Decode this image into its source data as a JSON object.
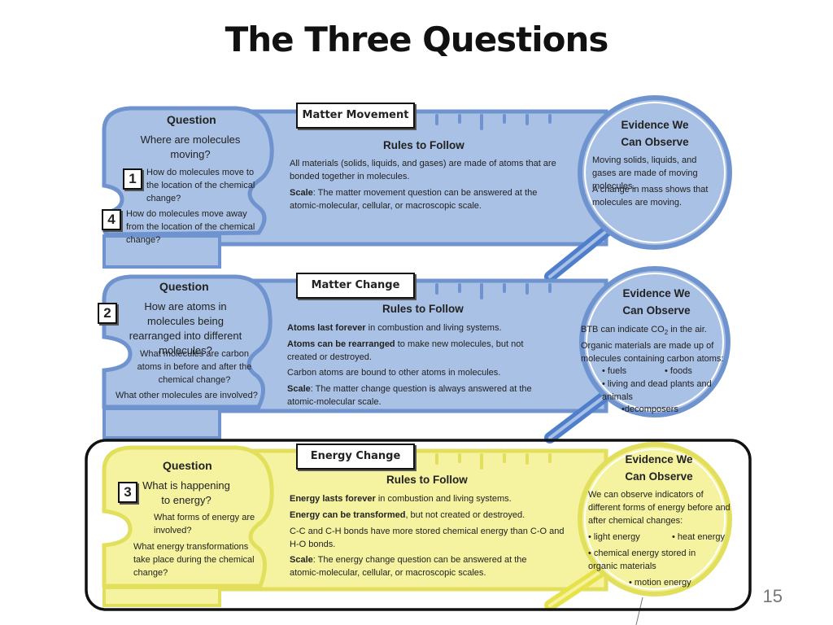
{
  "title": "The Three Questions",
  "page_number": "15",
  "panels": [
    {
      "tag": "Matter Movement",
      "question_heading": "Question",
      "question_main": "Where are molecules moving?",
      "number_1": "1",
      "sub_q1": "How do molecules move to the location of the chemical change?",
      "number_2": "4",
      "sub_q2": "How do molecules move away from the location of the chemical change?",
      "rules_heading": "Rules to Follow",
      "rules_1": "All materials (solids, liquids, and gases) are made of atoms that are bonded together in molecules.",
      "scale_label": "Scale",
      "scale_text": ": The matter movement question can be answered at the atomic-molecular, cellular, or macroscopic scale.",
      "evidence_heading_1": "Evidence We",
      "evidence_heading_2": "Can Observe",
      "evidence_1": "Moving solids, liquids, and gases are made of moving molecules.",
      "evidence_2": "A change in mass shows that molecules are moving."
    },
    {
      "tag": "Matter Change",
      "question_heading": "Question",
      "number_1": "2",
      "question_main": "How are atoms in molecules being rearranged into different molecules?",
      "sub_q1": "What molecules are carbon atoms in before and after the chemical change?",
      "sub_q2": "What other molecules are involved?",
      "rules_heading": "Rules to Follow",
      "rule_1_bold": "Atoms last forever",
      "rule_1_rest": " in combustion and living systems.",
      "rule_2_bold": "Atoms can be rearranged",
      "rule_2_rest": " to make new molecules, but not created or destroyed.",
      "rule_3": "Carbon atoms are bound to other atoms in molecules.",
      "scale_label": "Scale",
      "scale_text": ": The matter change question is always answered at the atomic-molecular scale.",
      "evidence_heading_1": "Evidence We",
      "evidence_heading_2": "Can Observe",
      "evidence_1_pre": "BTB can indicate CO",
      "evidence_1_sub": "2",
      "evidence_1_post": " in the air.",
      "evidence_2": "Organic materials are made up of molecules containing carbon atoms:",
      "bullet_1": "• fuels",
      "bullet_2": "• foods",
      "bullet_3": "• living and dead plants and animals",
      "bullet_4": "decomposers"
    },
    {
      "tag": "Energy Change",
      "question_heading": "Question",
      "number_1": "3",
      "question_main": "What is happening to energy?",
      "sub_q1": "What forms of energy are involved?",
      "sub_q2": "What energy transformations take place during the chemical change?",
      "rules_heading": "Rules to Follow",
      "rule_1_bold": "Energy lasts forever",
      "rule_1_rest": " in combustion and living systems.",
      "rule_2_bold": "Energy can be transformed",
      "rule_2_rest": ", but not created or destroyed.",
      "rule_3": "C-C and C-H bonds have more stored chemical energy than C-O and H-O bonds.",
      "scale_label": "Scale",
      "scale_text": ": The energy change question can be answered at the atomic-molecular, cellular, or macroscopic scales.",
      "evidence_heading_1": "Evidence We",
      "evidence_heading_2": "Can Observe",
      "evidence_1": "We can observe indicators of different forms of energy before and after chemical changes:",
      "bullet_1": "• light energy",
      "bullet_2": "• heat energy",
      "bullet_3": "• chemical energy stored in organic materials",
      "bullet_4": "• motion energy"
    }
  ],
  "colors": {
    "blue_fill": "#a9c1e4",
    "blue_stroke": "#6f93cf",
    "yellow_fill": "#f5f3a0",
    "yellow_stroke": "#e2df5c",
    "glass_blue": "#4f7fcc",
    "glass_yellow": "#e8e24a"
  }
}
